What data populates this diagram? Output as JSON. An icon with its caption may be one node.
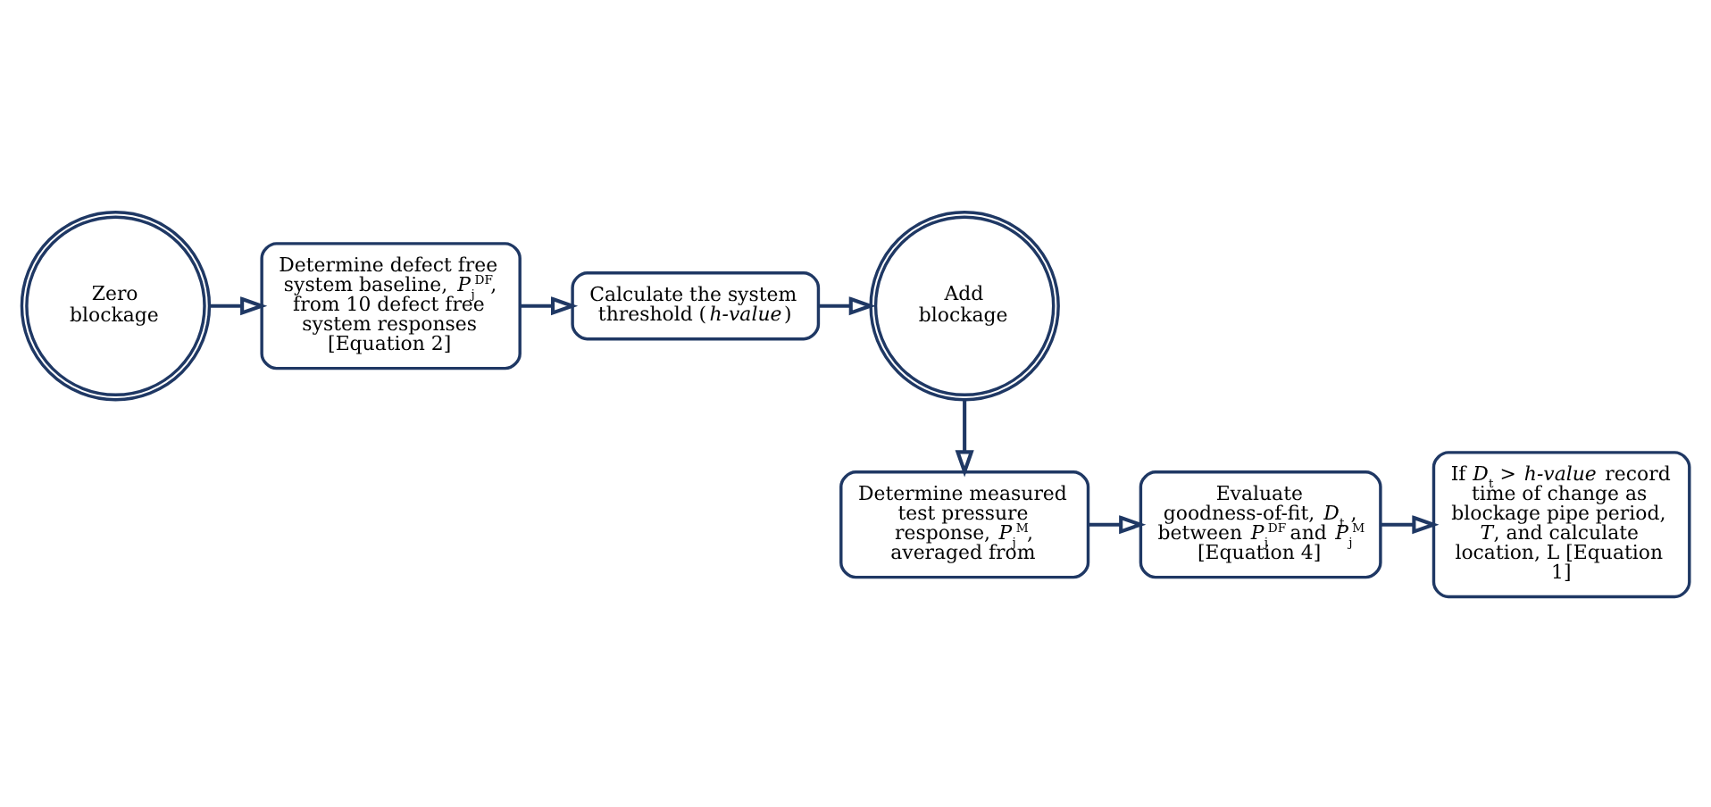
{
  "diagram": {
    "nodes": [
      {
        "text": [
          "Zero blockage"
        ]
      },
      {
        "text": [
          "Determine defect free system baseline, *P*$_{j}$$^{DF}$, from 10 defect free system responses [Equation 2]"
        ]
      },
      {
        "text": [
          "Calculate the system threshold (*h-value*)"
        ]
      },
      {
        "text": [
          "Add blockage"
        ]
      },
      {
        "text": [
          "Determine measured test pressure response, *P*$_{j}$$^{M}$, averaged from"
        ]
      },
      {
        "text": [
          "Evaluate goodness-of-fit, *D*$_{t}$ , between *P*$_{j}$$^{DF}$ and *P*$_{j}$$^{M}$ [Equation 4]"
        ]
      },
      {
        "text": [
          "If *D*$_{t}$ > *h-value* record time of change as blockage pipe period, *T*, and calculate location, L [Equation 1]"
        ]
      }
    ],
    "edges": [
      {
        "from": 0,
        "to": 1,
        "arrow": "to"
      },
      {
        "from": 1,
        "to": 2,
        "arrow": "to"
      },
      {
        "from": 2,
        "to": 3,
        "arrow": "to"
      },
      {
        "from": 3,
        "to": 4,
        "arrow": "to"
      },
      {
        "from": 4,
        "to": 5,
        "arrow": "to"
      },
      {
        "from": 5,
        "to": 6,
        "arrow": "to"
      }
    ]
  }
}
